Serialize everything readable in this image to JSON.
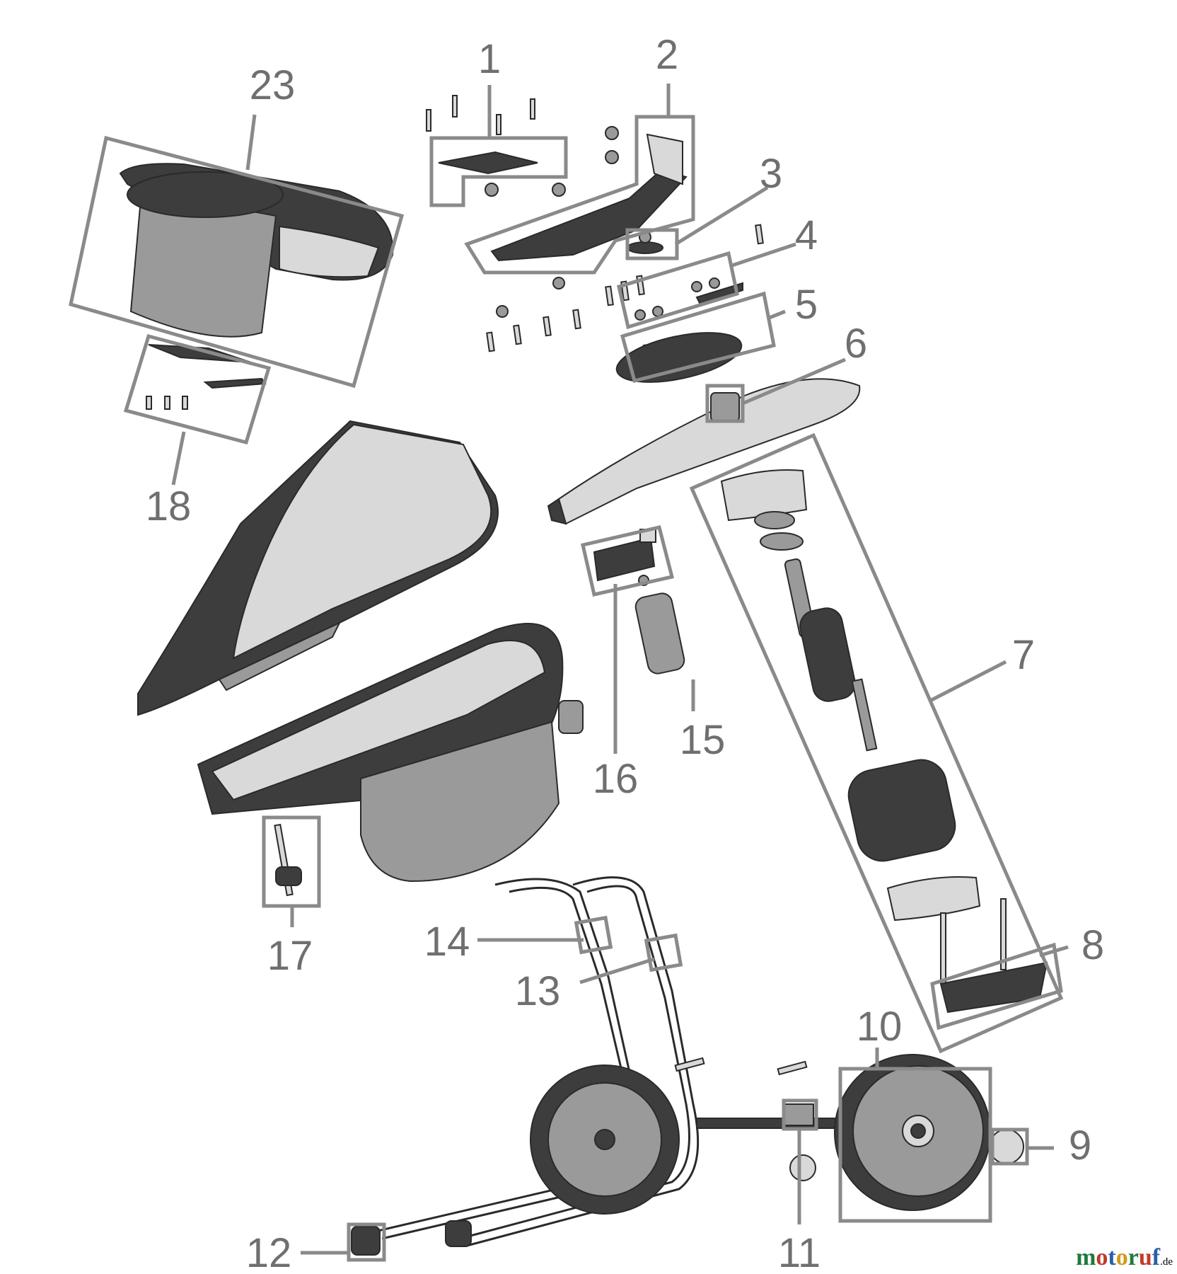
{
  "callouts": [
    "1",
    "2",
    "3",
    "4",
    "5",
    "6",
    "7",
    "8",
    "9",
    "10",
    "11",
    "12",
    "13",
    "14",
    "15",
    "16",
    "17",
    "18",
    "23"
  ],
  "watermark": {
    "text": "motoruf",
    "suffix": ".de",
    "colors": [
      "#1e7a3c",
      "#c23a2a",
      "#2a5fa8",
      "#d09a1a",
      "#1e7a3c",
      "#c23a2a",
      "#2a5fa8"
    ]
  },
  "colors": {
    "callout": "#6f6f6f",
    "frame": "#8a8a8a",
    "part_dark": "#3d3d3d",
    "part_mid": "#9a9a9a",
    "part_light": "#d9d9d9"
  }
}
